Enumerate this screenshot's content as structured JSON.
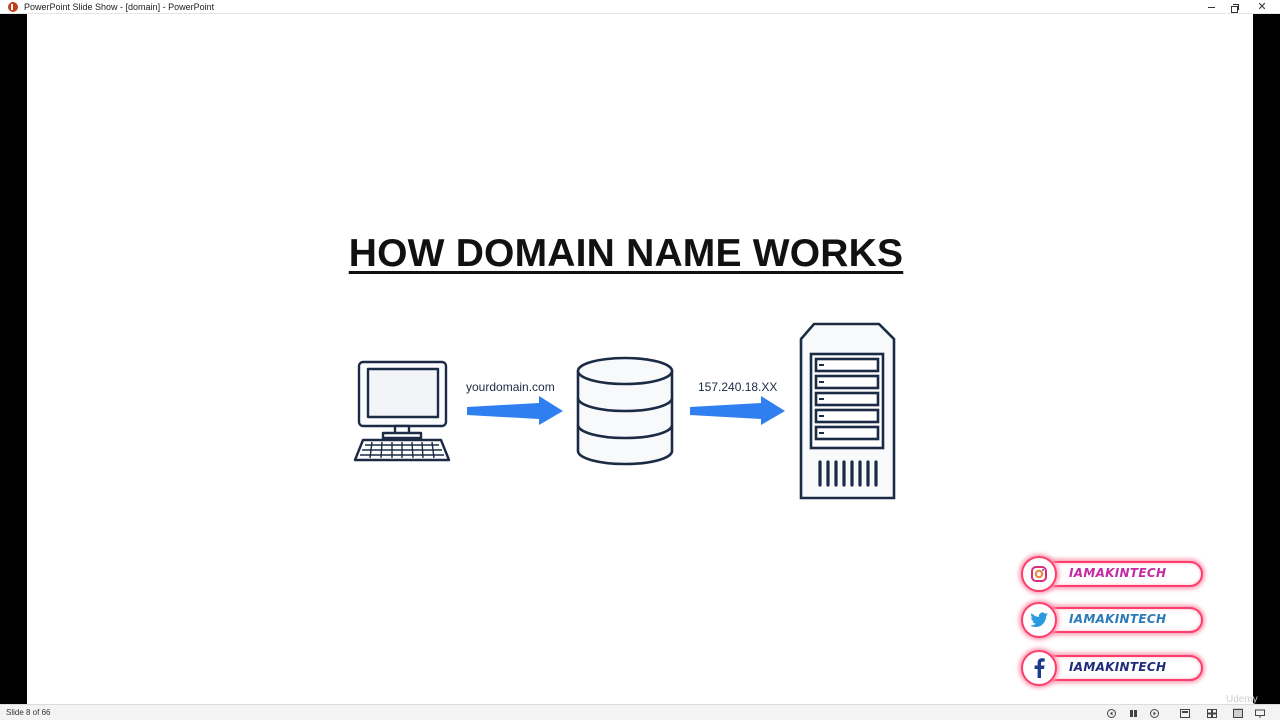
{
  "window": {
    "title": "PowerPoint Slide Show - [domain] - PowerPoint",
    "minimize": "—",
    "restore": "❐",
    "close": "✕"
  },
  "slide": {
    "title": "HOW DOMAIN NAME WORKS",
    "diagram": {
      "arrow1_label": "yourdomain.com",
      "arrow2_label": "157.240.18.XX",
      "icons": [
        "computer-icon",
        "database-icon",
        "server-icon"
      ],
      "arrow_color": "#2f7ff0",
      "icon_color": "#1c2b45"
    },
    "social": [
      {
        "network": "instagram",
        "handle": "IAMAKINTECH",
        "color": "#c32aa3"
      },
      {
        "network": "twitter",
        "handle": "IAMAKINTECH",
        "color": "#2b7bb9"
      },
      {
        "network": "facebook",
        "handle": "IAMAKINTECH",
        "color": "#1e2a7a"
      }
    ]
  },
  "statusbar": {
    "slide_counter": "Slide 8 of 66",
    "watermark": "Udemy"
  }
}
